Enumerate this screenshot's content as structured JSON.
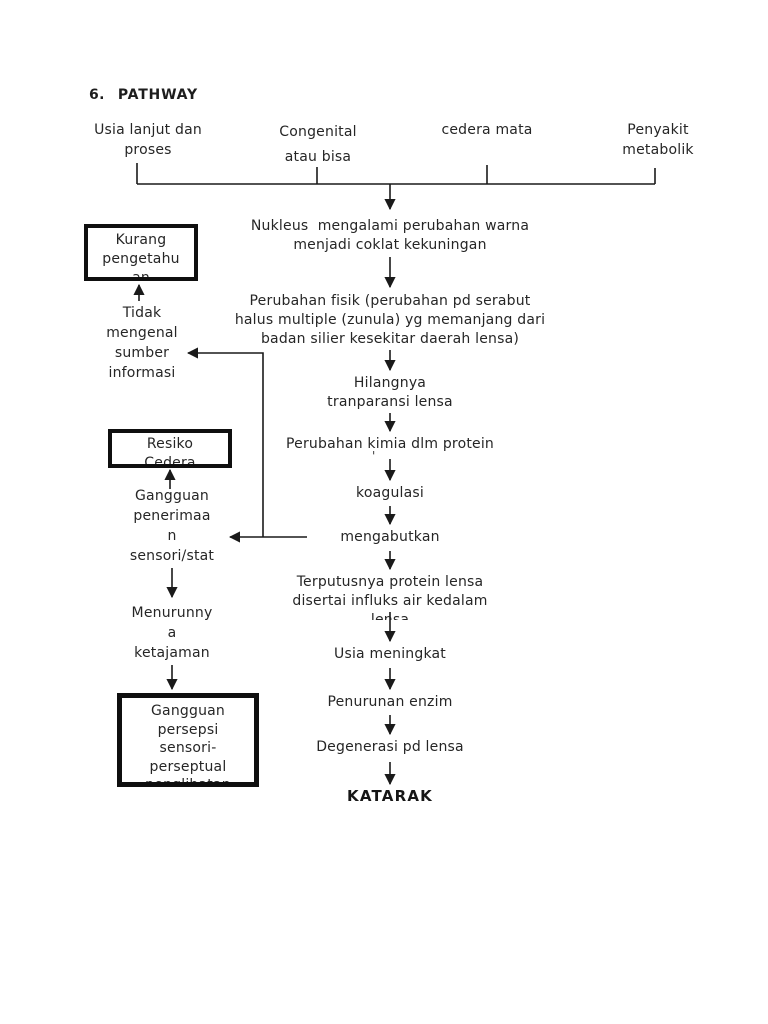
{
  "page": {
    "title_number": "6.",
    "title": "PATHWAY"
  },
  "causes": {
    "usia": "Usia lanjut dan\nproses",
    "congenital": "Congenital\natau bisa",
    "cedera": "cedera mata",
    "penyakit": "Penyakit\nmetabolik"
  },
  "flow": {
    "nukleus": "Nukleus  mengalami perubahan warna\nmenjadi coklat kekuningan",
    "perubahan_fisik": "Perubahan fisik (perubahan pd serabut\nhalus multiple (zunula) yg memanjang dari\nbadan silier kesekitar daerah lensa)",
    "hilangnya": "Hilangnya\ntranparansi lensa",
    "perubahan_kimia": "Perubahan kimia dlm protein",
    "stray_mark": "'",
    "koagulasi": "koagulasi",
    "mengabutkan": "mengabutkan",
    "terputusnya": "Terputusnya protein lensa\ndisertai influks air kedalam\nlensa",
    "usia_meningkat": "Usia meningkat",
    "penurunan_enzim": "Penurunan enzim",
    "degenerasi": "Degenerasi pd lensa",
    "katarak": "KATARAK"
  },
  "nursing": {
    "kurang_pengetahuan_box": "Kurang\npengetahu\nan",
    "tidak_mengenal": "Tidak\nmengenal\nsumber\ninformasi",
    "resiko_box": "Resiko\nCedera",
    "gangguan_penerimaan": "Gangguan\npenerimaa\nn\nsensori/stat",
    "menurunnya": "Menurunny\na\nketajaman",
    "gangguan_persepsi_box": "Gangguan\npersepsi\nsensori-\nperseptual\npenglihatan"
  },
  "colors": {
    "background": "#ffffff",
    "text": "#262626",
    "line": "#1a1a1a",
    "box_border": "#0f0f0f"
  }
}
